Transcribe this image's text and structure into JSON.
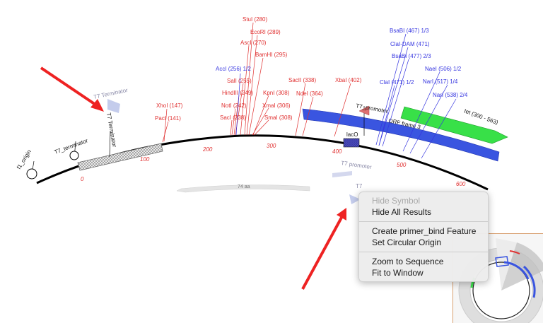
{
  "features": {
    "f1_origin": "f1_origin",
    "t7_terminator_small": "T7_terminator",
    "t7_terminator_vertical": "T7 Terminator",
    "t7_terminator_ghost": "T7 Terminator",
    "t7_promoter": "T7_promoter",
    "t7_promoter_ghost": "T7 promoter",
    "t7_ghost_small": "T7",
    "lacO": "lacO",
    "orf_frame3": "ORF frame 3",
    "tet": "tet (300 - 563)",
    "orf_aa": "74 aa"
  },
  "ruler_ticks": [
    "0",
    "100",
    "200",
    "300",
    "400",
    "500",
    "600"
  ],
  "enzymes_red": [
    "StuI (280)",
    "EcoRI (289)",
    "AscI (270)",
    "BamHI (295)",
    "SalI (255)",
    "HindIII (249)",
    "NotI (242)",
    "SacI (238)",
    "KpnI (308)",
    "XmaI (306)",
    "SmaI (308)",
    "XhoI (147)",
    "PacI (141)",
    "SacII (338)",
    "NdeI (364)",
    "XbaI (402)"
  ],
  "enzymes_blue": [
    "AccI (256) 1/2",
    "BsaBI (467) 1/3",
    "ClaI-DAM (471)",
    "BsaBI (477) 2/3",
    "NaeI (506) 1/2",
    "ClaI (471) 1/2",
    "NarI (517) 1/4",
    "NarI (538) 2/4"
  ],
  "context_menu": {
    "items": [
      {
        "label": "Hide Symbol",
        "disabled": true
      },
      {
        "label": "Hide All Results",
        "disabled": false
      },
      {
        "label": "Create primer_bind Feature",
        "disabled": false
      },
      {
        "label": "Set Circular Origin",
        "disabled": false
      },
      {
        "label": "Zoom to Sequence",
        "disabled": false
      },
      {
        "label": "Fit to Window",
        "disabled": false
      }
    ]
  },
  "colors": {
    "enzyme_red": "#e03030",
    "enzyme_blue": "#3535e0",
    "orf_blue": "#3a55e0",
    "tet_green": "#38e048",
    "annotation_arrow": "#ee2222",
    "promoter_marker": "#e07070",
    "lacO_fill": "#4040b0"
  },
  "icons": {
    "annotation_arrow": "red-arrow-icon",
    "terminator_ghost": "terminator-ghost-arrow-icon",
    "promoter_ghost": "promoter-ghost-arrow-icon",
    "orf_arrow": "orf-arrow-icon"
  }
}
